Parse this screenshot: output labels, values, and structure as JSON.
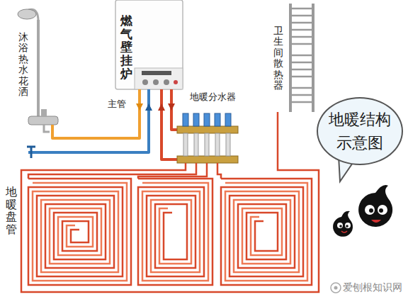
{
  "diagram": {
    "nodes": [
      {
        "text": [
          "地暖结构 示意图"
        ]
      }
    ],
    "labels": [
      "沐浴热水花洒",
      "燃气壁挂炉",
      "卫生间散热器",
      "主管",
      "地暖分水器",
      "地暖盘管",
      "爱刨根知识网"
    ]
  }
}
